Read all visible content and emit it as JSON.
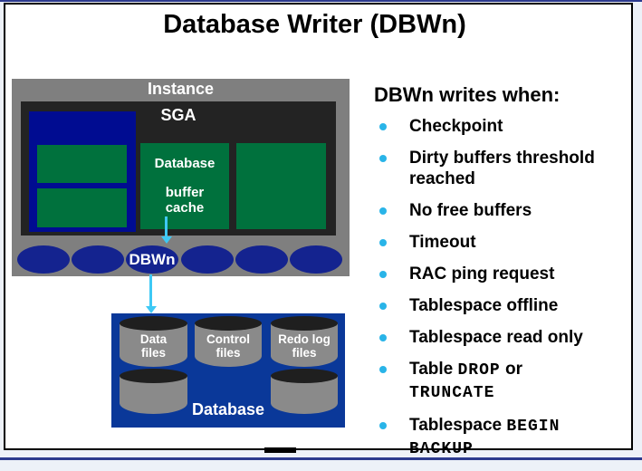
{
  "title": "Database Writer (DBWn)",
  "diagram": {
    "instance_label": "Instance",
    "sga_label": "SGA",
    "buffer_cache": [
      "Database",
      "buffer",
      "cache"
    ],
    "dbwn_label": "DBWn",
    "database_label": "Database",
    "cylinders": [
      {
        "line1": "Data",
        "line2": "files"
      },
      {
        "line1": "Control",
        "line2": "files"
      },
      {
        "line1": "Redo log",
        "line2": "files"
      }
    ]
  },
  "panel": {
    "heading": "DBWn writes when:",
    "bullets": [
      {
        "parts": [
          {
            "text": "Checkpoint"
          }
        ]
      },
      {
        "parts": [
          {
            "text": "Dirty buffers threshold"
          },
          {
            "br": true
          },
          {
            "text": "reached"
          }
        ]
      },
      {
        "parts": [
          {
            "text": "No free buffers"
          }
        ]
      },
      {
        "parts": [
          {
            "text": "Timeout"
          }
        ]
      },
      {
        "parts": [
          {
            "text": "RAC ping request"
          }
        ]
      },
      {
        "parts": [
          {
            "text": "Tablespace offline"
          }
        ]
      },
      {
        "parts": [
          {
            "text": "Tablespace read only"
          }
        ]
      },
      {
        "parts": [
          {
            "text": "Table "
          },
          {
            "text": "DROP",
            "mono": true
          },
          {
            "text": " or"
          },
          {
            "br": true
          },
          {
            "text": "TRUNCATE",
            "mono": true
          }
        ]
      },
      {
        "parts": [
          {
            "text": "Tablespace "
          },
          {
            "text": "BEGIN",
            "mono": true
          },
          {
            "br": true
          },
          {
            "text": "BACKUP",
            "mono": true
          }
        ]
      }
    ]
  },
  "colors": {
    "marginBg": "#edf1f8",
    "frameBlue": "#2c3a8e",
    "instanceGray": "#7f7f7f",
    "sgaDark": "#232323",
    "navyRect": "#000c91",
    "green": "#00713d",
    "ellipseNavy": "#14238f",
    "dbNavy": "#0a3899",
    "cylGray": "#8a8a8a",
    "cylTop": "#1f1f1f",
    "bulletCyan": "#29b4e8",
    "arrowCyan": "#3ec9f5"
  }
}
